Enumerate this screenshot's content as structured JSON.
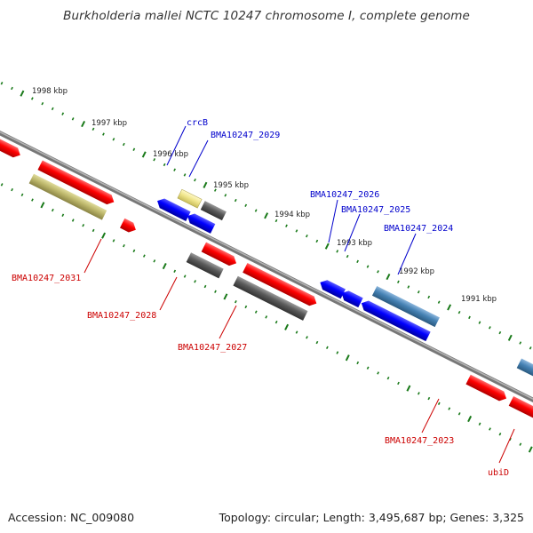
{
  "title": "Burkholderia mallei NCTC 10247 chromosome I, complete genome",
  "footer": {
    "accession": "Accession: NC_009080",
    "topology": "Topology: circular; Length: 3,495,687 bp; Genes: 3,325"
  },
  "ticks": [
    "1998 kbp",
    "1997 kbp",
    "1996 kbp",
    "1995 kbp",
    "1994 kbp",
    "1993 kbp",
    "1992 kbp",
    "1991 kbp"
  ],
  "colors": {
    "forward_cds": "#ff0000",
    "reverse_cds": "#0000ff",
    "grey_gene": "#555555",
    "steelblue_gene": "#4682b4",
    "khaki_gene": "#bdb76b",
    "pale_gene": "#f0e68c",
    "label_forward": "#cc0000",
    "label_reverse": "#0000cc",
    "backbone": "#888888",
    "tick": "#1a7a1a"
  },
  "gene_labels_top": [
    "crcB",
    "BMA10247_2029",
    "BMA10247_2026",
    "BMA10247_2025",
    "BMA10247_2024"
  ],
  "gene_labels_bottom": [
    "BMA10247_2031",
    "BMA10247_2028",
    "BMA10247_2027",
    "BMA10247_2023",
    "ubiD"
  ]
}
